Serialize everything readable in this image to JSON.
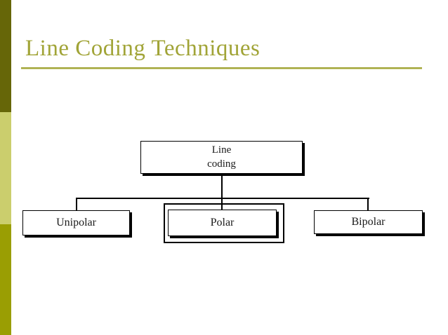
{
  "slide": {
    "title": "Line Coding Techniques"
  },
  "theme": {
    "accent": "#a1a437",
    "sidebar_top": "#666608",
    "sidebar_middle": "#cbce6d",
    "sidebar_bottom": "#9a9e03",
    "box_border": "#000000",
    "box_fill": "#ffffff",
    "box_shadow": "#000000",
    "text": "#1a1a1a"
  },
  "diagram": {
    "type": "tree",
    "root": {
      "label": "Line\ncoding"
    },
    "children": [
      {
        "label": "Unipolar",
        "highlighted": false
      },
      {
        "label": "Polar",
        "highlighted": true
      },
      {
        "label": "Bipolar",
        "highlighted": false
      }
    ]
  }
}
